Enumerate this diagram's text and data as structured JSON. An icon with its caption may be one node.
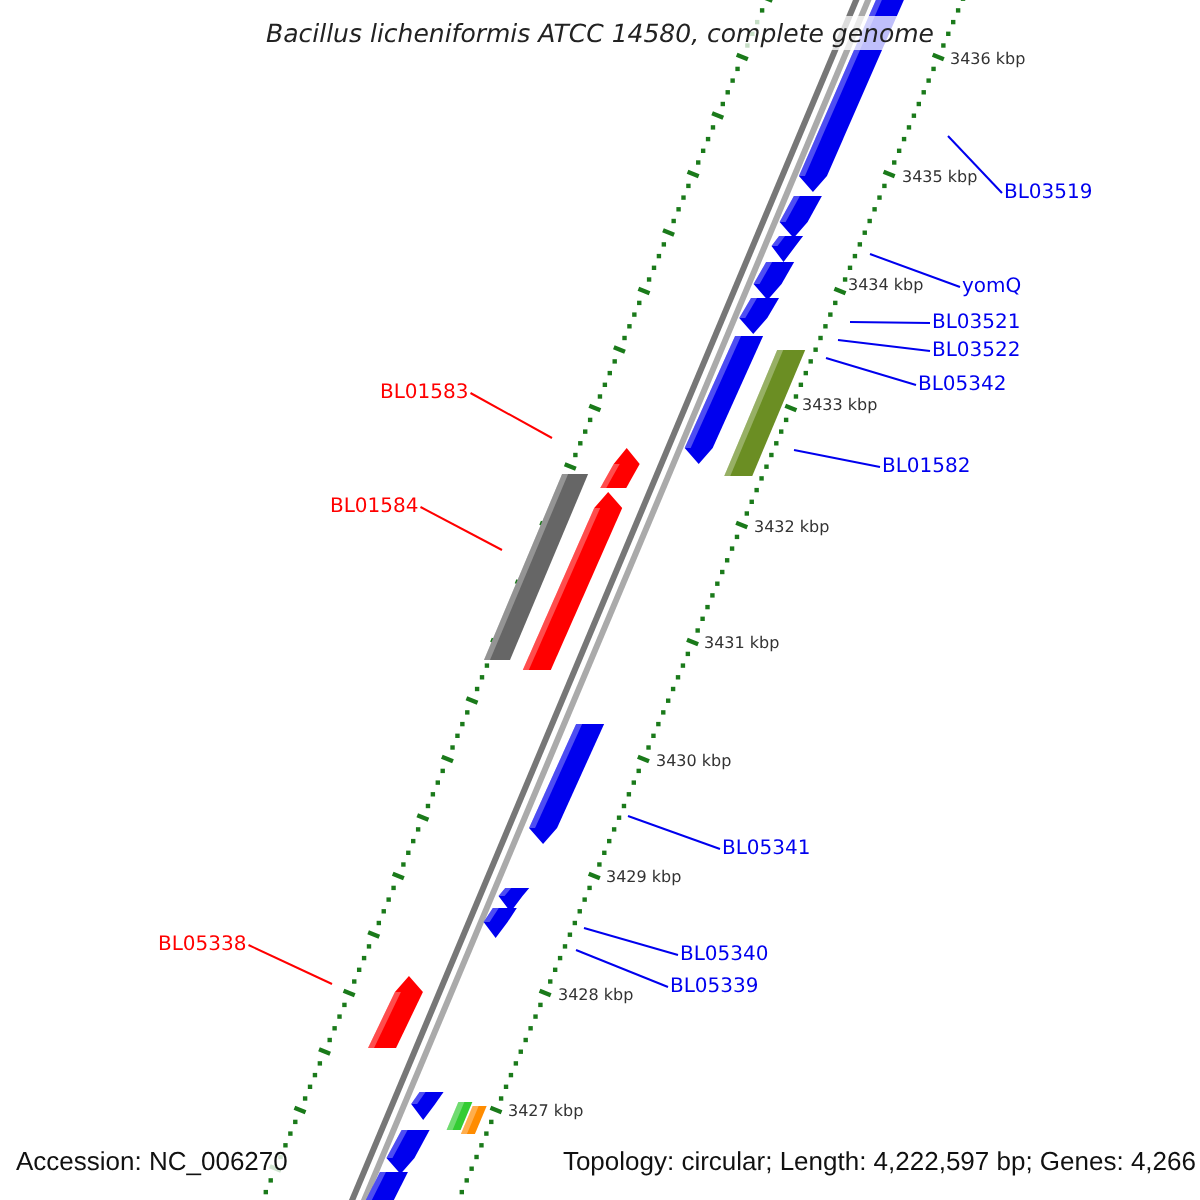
{
  "diagram": {
    "title": "Bacillus licheniformis ATCC 14580, complete genome",
    "nodes": [
      {
        "text": [
          "BL03519"
        ]
      },
      {
        "text": [
          "yomQ"
        ]
      },
      {
        "text": [
          "BL03521"
        ]
      },
      {
        "text": [
          "BL03522"
        ]
      },
      {
        "text": [
          "BL05342"
        ]
      },
      {
        "text": [
          "BL01583"
        ]
      },
      {
        "text": [
          "BL01582"
        ]
      },
      {
        "text": [
          "BL01584"
        ]
      },
      {
        "text": [
          "BL05341"
        ]
      },
      {
        "text": [
          "BL05338"
        ]
      },
      {
        "text": [
          "BL05340"
        ]
      },
      {
        "text": [
          "BL05339"
        ]
      }
    ],
    "edges": [
      {
        "from": 0,
        "to": null,
        "arrow": "none"
      },
      {
        "from": 1,
        "to": null,
        "arrow": "none"
      },
      {
        "from": 2,
        "to": null,
        "arrow": "none"
      },
      {
        "from": 3,
        "to": null,
        "arrow": "none"
      },
      {
        "from": 4,
        "to": null,
        "arrow": "none"
      },
      {
        "from": 5,
        "to": null,
        "arrow": "none",
        "color": "#ff0000"
      },
      {
        "from": 6,
        "to": null,
        "arrow": "none"
      },
      {
        "from": 7,
        "to": null,
        "arrow": "none",
        "color": "#ff0000"
      },
      {
        "from": 8,
        "to": null,
        "arrow": "none"
      },
      {
        "from": 9,
        "to": null,
        "arrow": "none",
        "color": "#ff0000"
      },
      {
        "from": 10,
        "to": null,
        "arrow": "none"
      },
      {
        "from": 11,
        "to": null,
        "arrow": "none"
      }
    ],
    "labels": [
      "3436 kbp",
      "3435 kbp",
      "3434 kbp",
      "3433 kbp",
      "3432 kbp",
      "3431 kbp",
      "3430 kbp",
      "3429 kbp",
      "3428 kbp",
      "3427 kbp",
      "Accession: NC_006270",
      "Topology: circular; Length: 4,222,597 bp; Genes: 4,266"
    ]
  }
}
